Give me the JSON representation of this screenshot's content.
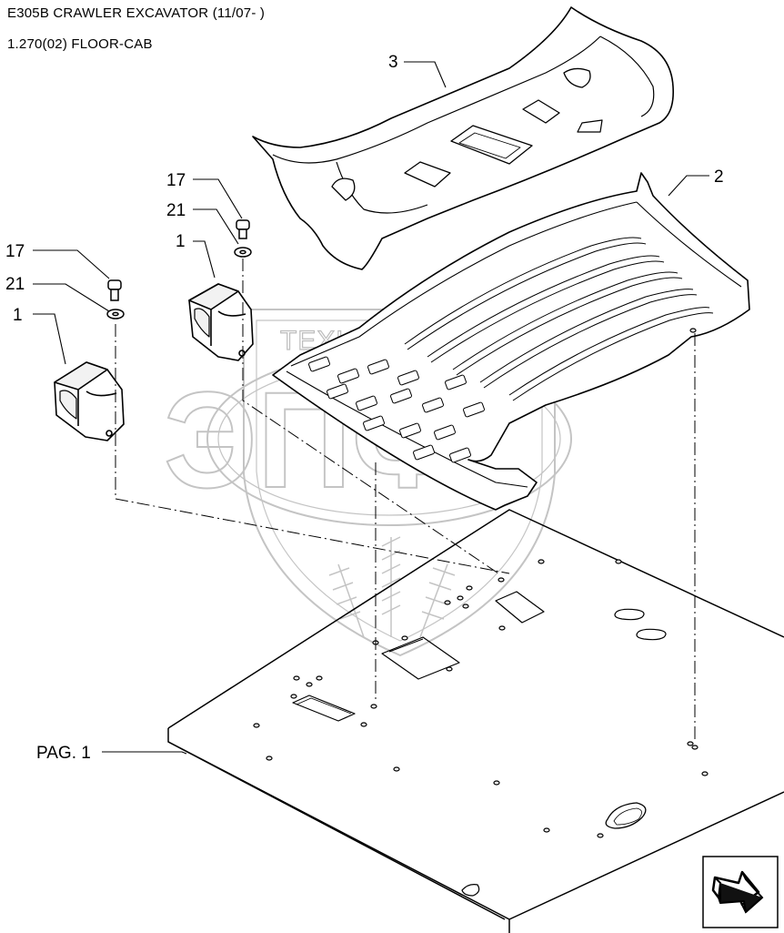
{
  "header": {
    "model_title": "E305B CRAWLER EXCAVATOR (11/07- )",
    "section_title": "1.270(02) FLOOR-CAB"
  },
  "callouts": {
    "part_3": "3",
    "part_2": "2",
    "bolt_upper": "17",
    "washer_upper": "21",
    "mount_upper": "1",
    "bolt_lower": "17",
    "washer_lower": "21",
    "mount_lower": "1"
  },
  "reference": {
    "label": "PAG. 1"
  },
  "watermark": {
    "company_text": "ТЕХНИКА ЗАПЧАСТИ",
    "logo_letters": "ЭПФ"
  },
  "navigation": {
    "next_icon": "arrow-icon"
  }
}
